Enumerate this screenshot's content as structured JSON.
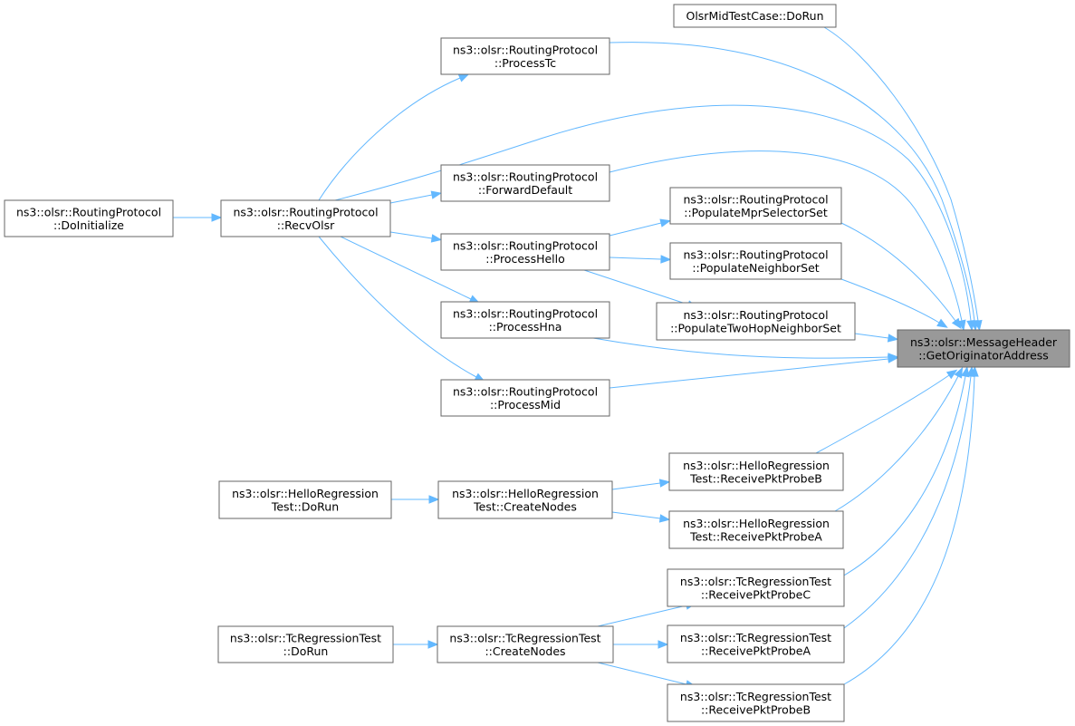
{
  "diagram": {
    "nodes": [
      {
        "id": "target",
        "lines": [
          "ns3::olsr::MessageHeader",
          "::GetOriginatorAddress"
        ],
        "highlighted": true
      },
      {
        "id": "mid_dorun",
        "lines": [
          "OlsrMidTestCase::DoRun"
        ]
      },
      {
        "id": "process_tc",
        "lines": [
          "ns3::olsr::RoutingProtocol",
          "::ProcessTc"
        ]
      },
      {
        "id": "do_initialize",
        "lines": [
          "ns3::olsr::RoutingProtocol",
          "::DoInitialize"
        ]
      },
      {
        "id": "recv_olsr",
        "lines": [
          "ns3::olsr::RoutingProtocol",
          "::RecvOlsr"
        ]
      },
      {
        "id": "forward_default",
        "lines": [
          "ns3::olsr::RoutingProtocol",
          "::ForwardDefault"
        ]
      },
      {
        "id": "process_hello",
        "lines": [
          "ns3::olsr::RoutingProtocol",
          "::ProcessHello"
        ]
      },
      {
        "id": "process_hna",
        "lines": [
          "ns3::olsr::RoutingProtocol",
          "::ProcessHna"
        ]
      },
      {
        "id": "process_mid",
        "lines": [
          "ns3::olsr::RoutingProtocol",
          "::ProcessMid"
        ]
      },
      {
        "id": "populate_mpr",
        "lines": [
          "ns3::olsr::RoutingProtocol",
          "::PopulateMprSelectorSet"
        ]
      },
      {
        "id": "populate_neighbor",
        "lines": [
          "ns3::olsr::RoutingProtocol",
          "::PopulateNeighborSet"
        ]
      },
      {
        "id": "populate_twohop",
        "lines": [
          "ns3::olsr::RoutingProtocol",
          "::PopulateTwoHopNeighborSet"
        ]
      },
      {
        "id": "hello_dorun",
        "lines": [
          "ns3::olsr::HelloRegression",
          "Test::DoRun"
        ]
      },
      {
        "id": "hello_createnodes",
        "lines": [
          "ns3::olsr::HelloRegression",
          "Test::CreateNodes"
        ]
      },
      {
        "id": "hello_probeB",
        "lines": [
          "ns3::olsr::HelloRegression",
          "Test::ReceivePktProbeB"
        ]
      },
      {
        "id": "hello_probeA",
        "lines": [
          "ns3::olsr::HelloRegression",
          "Test::ReceivePktProbeA"
        ]
      },
      {
        "id": "tc_dorun",
        "lines": [
          "ns3::olsr::TcRegressionTest",
          "::DoRun"
        ]
      },
      {
        "id": "tc_createnodes",
        "lines": [
          "ns3::olsr::TcRegressionTest",
          "::CreateNodes"
        ]
      },
      {
        "id": "tc_probeC",
        "lines": [
          "ns3::olsr::TcRegressionTest",
          "::ReceivePktProbeC"
        ]
      },
      {
        "id": "tc_probeA",
        "lines": [
          "ns3::olsr::TcRegressionTest",
          "::ReceivePktProbeA"
        ]
      },
      {
        "id": "tc_probeB",
        "lines": [
          "ns3::olsr::TcRegressionTest",
          "::ReceivePktProbeB"
        ]
      }
    ],
    "edges": [
      [
        "do_initialize",
        "recv_olsr"
      ],
      [
        "recv_olsr",
        "process_tc"
      ],
      [
        "recv_olsr",
        "target"
      ],
      [
        "recv_olsr",
        "forward_default"
      ],
      [
        "recv_olsr",
        "process_hello"
      ],
      [
        "recv_olsr",
        "process_hna"
      ],
      [
        "recv_olsr",
        "process_mid"
      ],
      [
        "process_hello",
        "populate_mpr"
      ],
      [
        "process_hello",
        "populate_neighbor"
      ],
      [
        "process_hello",
        "populate_twohop"
      ],
      [
        "mid_dorun",
        "target"
      ],
      [
        "process_tc",
        "target"
      ],
      [
        "forward_default",
        "target"
      ],
      [
        "populate_mpr",
        "target"
      ],
      [
        "populate_neighbor",
        "target"
      ],
      [
        "populate_twohop",
        "target"
      ],
      [
        "process_hna",
        "target"
      ],
      [
        "process_mid",
        "target"
      ],
      [
        "hello_dorun",
        "hello_createnodes"
      ],
      [
        "hello_createnodes",
        "hello_probeB"
      ],
      [
        "hello_createnodes",
        "hello_probeA"
      ],
      [
        "hello_probeB",
        "target"
      ],
      [
        "hello_probeA",
        "target"
      ],
      [
        "tc_dorun",
        "tc_createnodes"
      ],
      [
        "tc_createnodes",
        "tc_probeC"
      ],
      [
        "tc_createnodes",
        "tc_probeA"
      ],
      [
        "tc_createnodes",
        "tc_probeB"
      ],
      [
        "tc_probeC",
        "target"
      ],
      [
        "tc_probeA",
        "target"
      ],
      [
        "tc_probeB",
        "target"
      ]
    ],
    "colors": {
      "edge": "#63b8ff",
      "node_border": "#666666",
      "node_fill": "#ffffff",
      "target_fill": "#999999"
    }
  }
}
